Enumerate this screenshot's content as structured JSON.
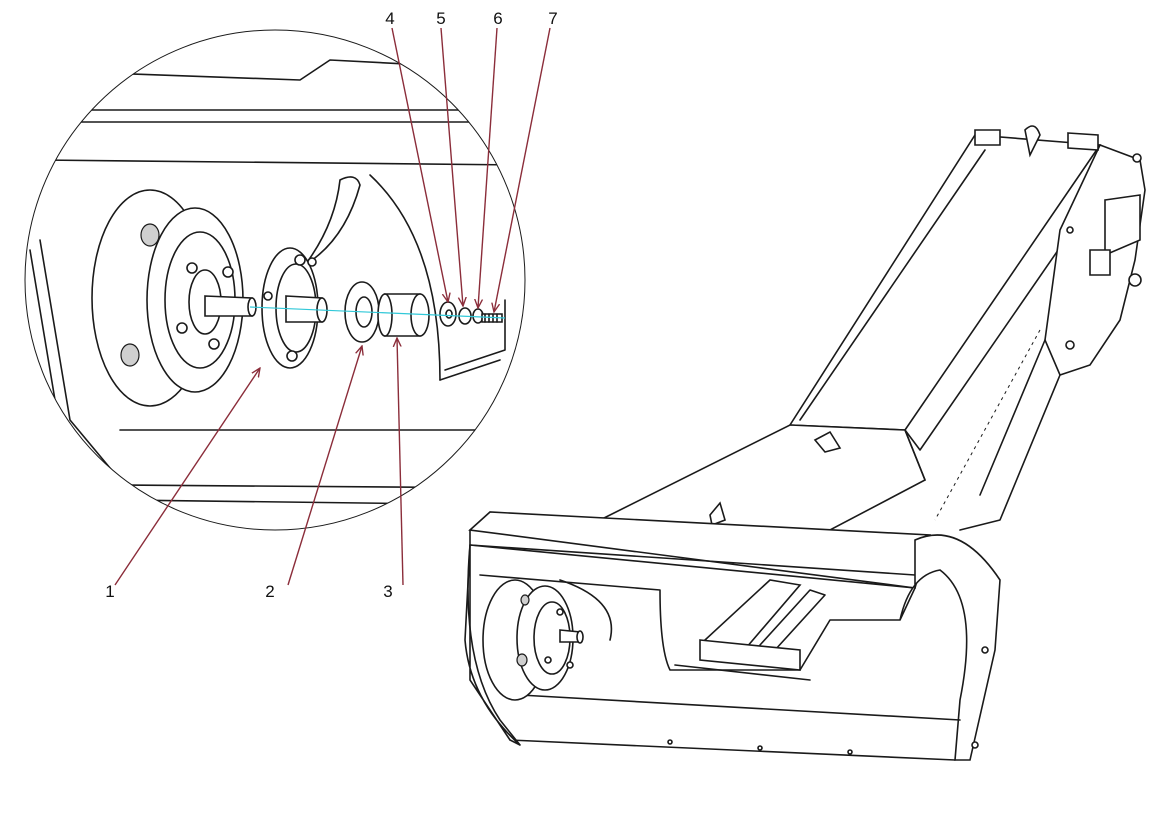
{
  "callouts": [
    {
      "number": "1"
    },
    {
      "number": "2"
    },
    {
      "number": "3"
    },
    {
      "number": "4"
    },
    {
      "number": "5"
    },
    {
      "number": "6"
    },
    {
      "number": "7"
    }
  ],
  "colors": {
    "leader": "#8b2d3a",
    "axis": "#30c8d8",
    "ink": "#1a1a1a"
  }
}
